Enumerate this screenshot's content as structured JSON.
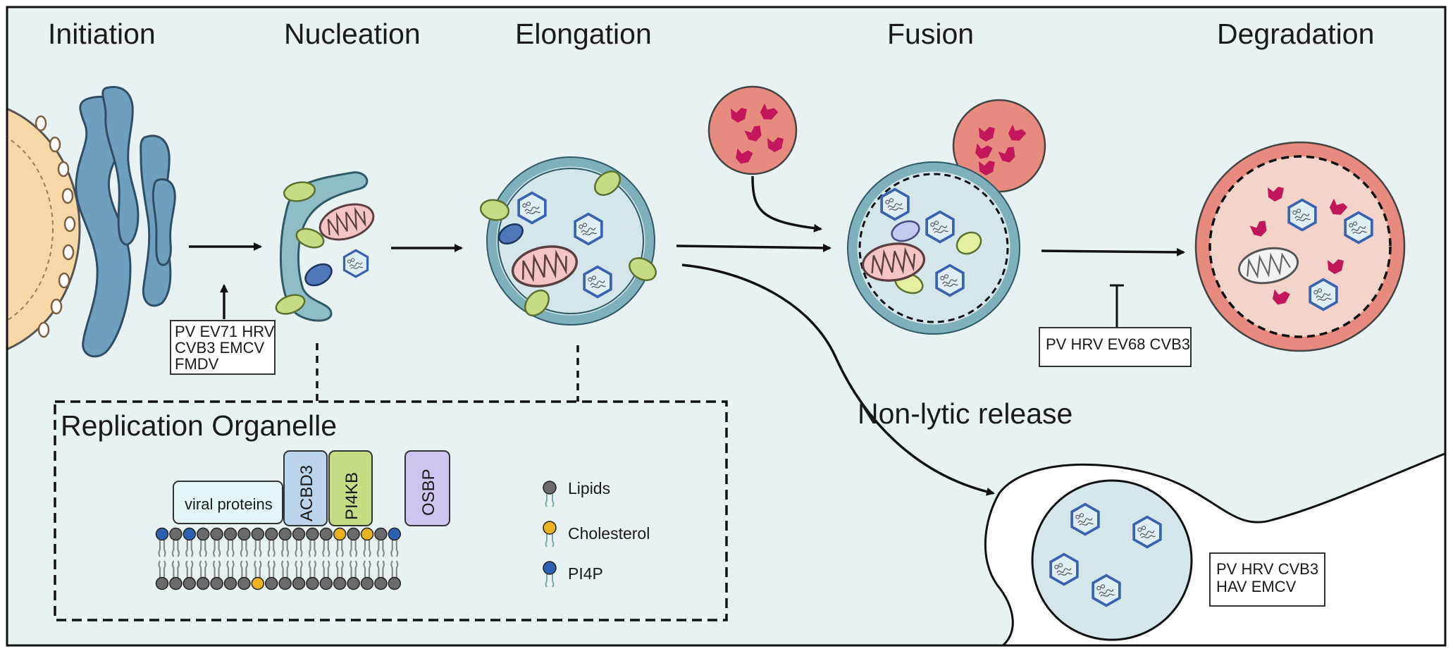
{
  "stages": {
    "initiation": "Initiation",
    "nucleation": "Nucleation",
    "elongation": "Elongation",
    "fusion": "Fusion",
    "degradation": "Degradation"
  },
  "virus_boxes": {
    "initiation": [
      "PV EV71 HRV",
      "CVB3 EMCV",
      "FMDV"
    ],
    "degradation_block": [
      "PV HRV EV68 CVB3"
    ],
    "release": [
      "PV HRV CVB3",
      "HAV EMCV"
    ]
  },
  "labels": {
    "non_lytic_release": "Non-lytic release",
    "replication_organelle": "Replication Organelle"
  },
  "proteins": {
    "viral_proteins": "viral proteins",
    "acbd3": "ACBD3",
    "pi4kb": "PI4KB",
    "osbp": "OSBP"
  },
  "legend": {
    "lipids": "Lipids",
    "cholesterol": "Cholesterol",
    "pi4p": "PI4P"
  },
  "colors": {
    "background": "#e9f2f3",
    "golgi": "#6e9fbc",
    "nucleus": "#f6d7a6",
    "vesicle_fill": "#d4e6e9",
    "vesicle_wall": "#7fb1bb",
    "lysosome": "#e78a80",
    "lysosome_cargo": "#c2185b",
    "virion": "#3a62b0",
    "acbd3": "#bcd4ea",
    "pi4kb": "#c6dc84",
    "osbp": "#cfc5ef",
    "lipid_head": "#6a6a6a",
    "cholesterol_head": "#e8b322",
    "pi4p_head": "#2f5fb0"
  }
}
